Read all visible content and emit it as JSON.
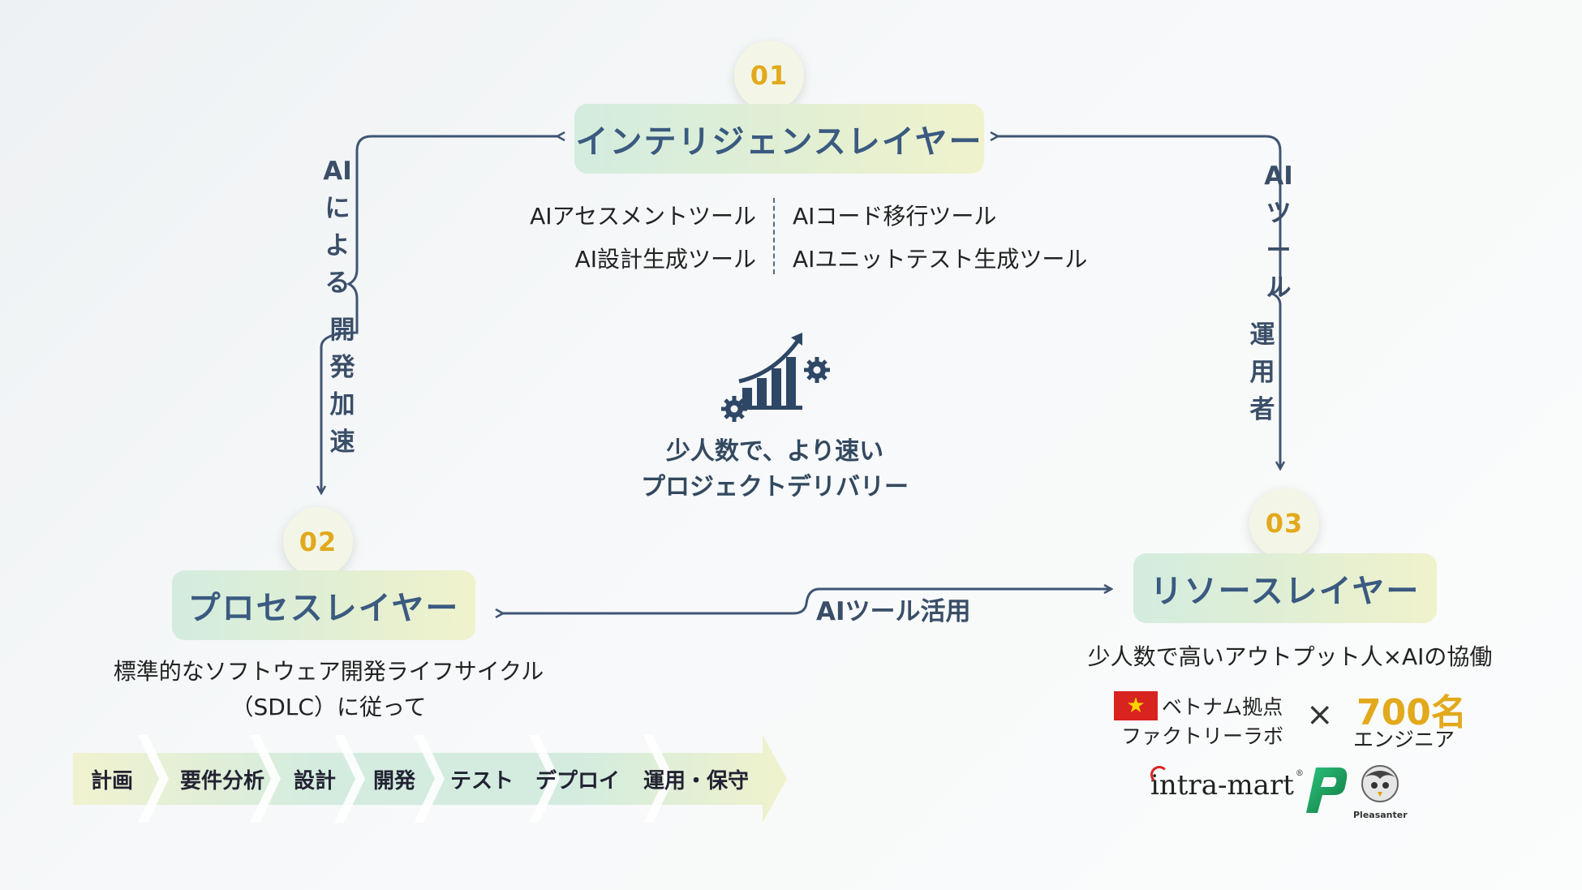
{
  "intelligence": {
    "number": "01",
    "title": "インテリジェンスレイヤー",
    "tools_left": [
      "AIアセスメントツール",
      "AI設計生成ツール"
    ],
    "tools_right": [
      "AIコード移行ツール",
      "AIユニットテスト生成ツール"
    ]
  },
  "process": {
    "number": "02",
    "title": "プロセスレイヤー",
    "desc_line1": "標準的なソフトウェア開発ライフサイクル",
    "desc_line2": "（SDLC）に従って",
    "steps": [
      "計画",
      "要件分析",
      "設計",
      "開発",
      "テスト",
      "デプロイ",
      "運用・保守"
    ]
  },
  "resource": {
    "number": "03",
    "title": "リソースレイヤー",
    "desc": "少人数で高いアウトプット人×AIの協働",
    "base_line1": "ベトナム拠点",
    "base_line2": "ファクトリーラボ",
    "times": "×",
    "count": "700名",
    "count_label": "エンジニア",
    "logo_intramart": "intra-mart",
    "logo_pleasanter": "Pleasanter"
  },
  "center": {
    "line1": "少人数で、より速い",
    "line2": "プロジェクトデリバリー"
  },
  "edges": {
    "left_upper": [
      "AI",
      "に",
      "よ",
      "る"
    ],
    "left_lower": [
      "開",
      "発",
      "加",
      "速"
    ],
    "right_upper": [
      "AI",
      "ツ",
      "ー",
      "ル"
    ],
    "right_lower": [
      "運",
      "用",
      "者"
    ],
    "bottom": "AIツール活用"
  },
  "colors": {
    "accent": "#e2a91c",
    "line": "#3f5573",
    "layer_gradient": [
      "#d3ecdf",
      "#f0f2cc"
    ]
  }
}
